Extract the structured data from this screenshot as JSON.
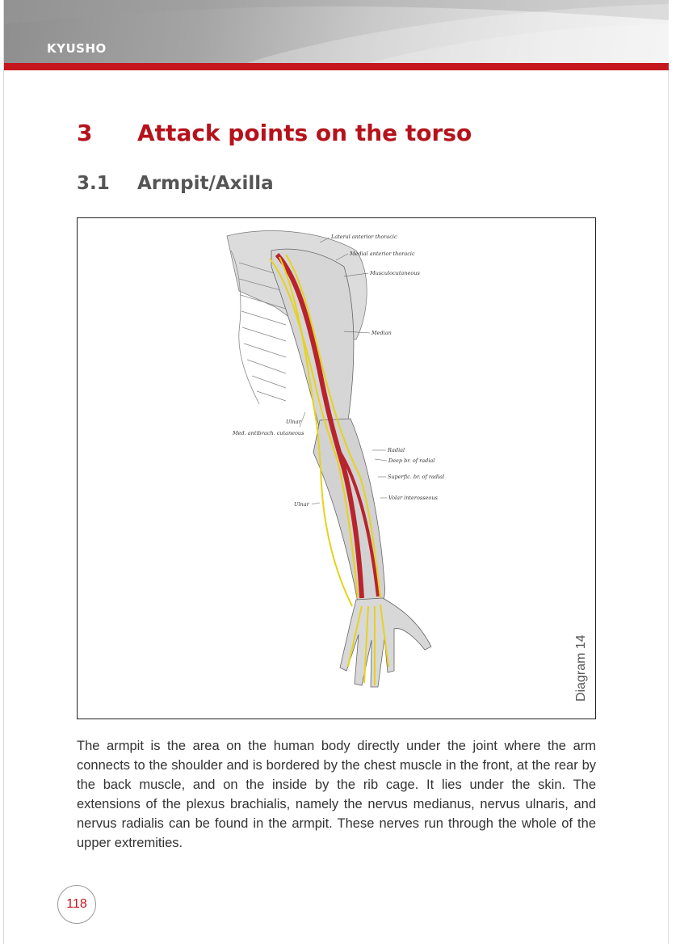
{
  "header": {
    "brand": "KYUSHO"
  },
  "chapter": {
    "number": "3",
    "title": "Attack points on the torso"
  },
  "section": {
    "number": "3.1",
    "title": "Armpit/Axilla"
  },
  "figure": {
    "caption": "Diagram 14",
    "labels": {
      "lateral_anterior_thoracic": "Lateral anterior thoracic",
      "medial_anterior_thoracic": "Medial anterior thoracic",
      "musculocutaneous": "Musculocutaneous",
      "median": "Median",
      "ulnar_upper": "Ulnar",
      "med_antibrach_cutaneous": "Med. antibrach. cutaneous",
      "radial": "Radial",
      "deep_br_radial": "Deep br. of radial",
      "superfic_br_radial": "Superfic. br. of radial",
      "volar_interosseous": "Volar interosseous",
      "ulnar_lower": "Ulnar"
    },
    "colors": {
      "artery": "#b8242c",
      "nerve": "#e6d21e",
      "muscle": "#d8d8d8"
    }
  },
  "body": {
    "paragraph": "The armpit is the area on the human body directly under the joint where the arm connects to the shoulder and is bordered by the chest muscle in the front, at the rear by the back muscle, and on the inside by the rib cage. It lies under the skin. The extensions of the plexus brachialis, namely the nervus medianus, nervus ulnaris, and nervus radialis can be found in the armpit. These nerves run through the whole of the upper extremities."
  },
  "page": {
    "number": "118"
  }
}
